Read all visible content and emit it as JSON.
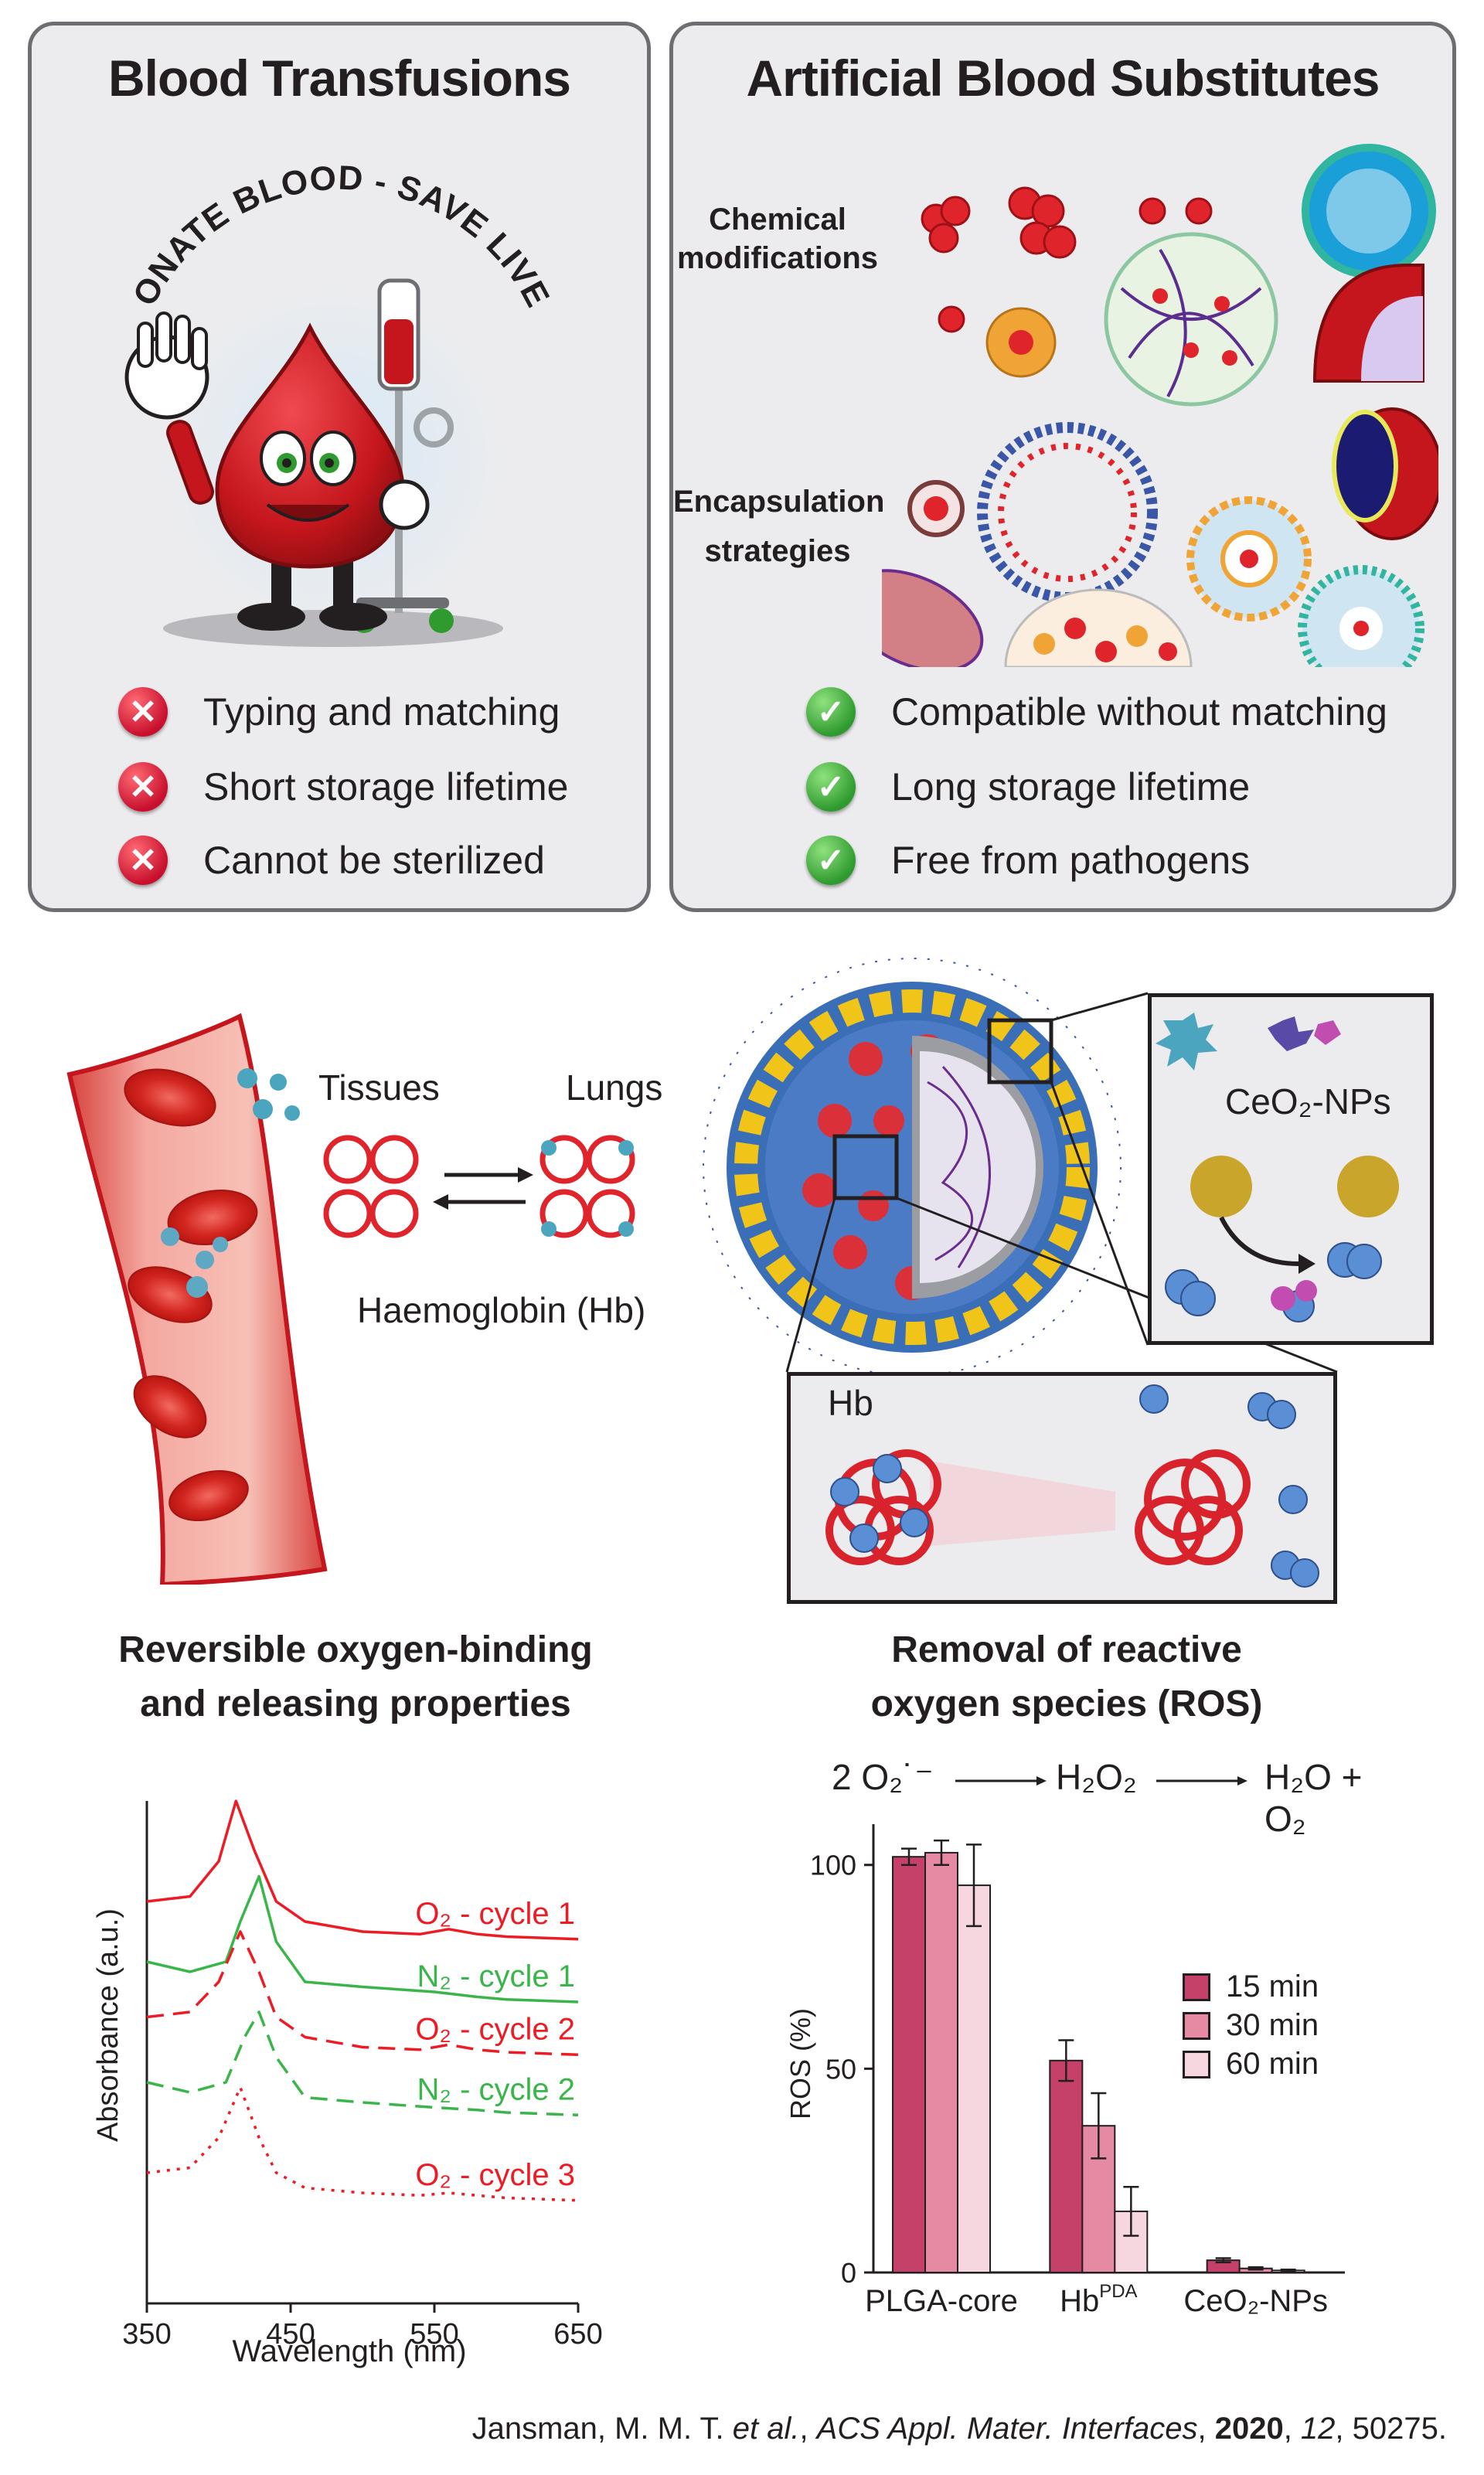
{
  "left_panel": {
    "title": "Blood Transfusions",
    "slogan": "DONATE BLOOD - SAVE LIVES",
    "cons": [
      "Typing and matching",
      "Short storage lifetime",
      "Cannot be sterilized"
    ],
    "badge_symbol": "✕"
  },
  "right_panel": {
    "title": "Artificial Blood Substitutes",
    "row1_label": [
      "Chemical",
      "modifications"
    ],
    "row2_label": [
      "Encapsulation",
      "strategies"
    ],
    "pros": [
      "Compatible without matching",
      "Long storage lifetime",
      "Free from pathogens"
    ],
    "badge_symbol": "✓"
  },
  "mechanism": {
    "tissues": "Tissues",
    "lungs": "Lungs",
    "hb_label": "Haemoglobin (Hb)",
    "ceo2_label": "CeO₂-NPs",
    "hb_box_label": "Hb"
  },
  "left_chart_title": [
    "Reversible oxygen-binding",
    "and releasing properties"
  ],
  "right_chart_title": [
    "Removal of reactive",
    "oxygen species (ROS)"
  ],
  "reaction": {
    "reactant": "2 O₂˙⁻",
    "intermediate": "H₂O₂",
    "products": "H₂O + O₂"
  },
  "colors": {
    "red": "#ed1c24",
    "green": "#39b54a",
    "bar_15": "#c5416a",
    "bar_30": "#e58aa2",
    "bar_60": "#f7d7df",
    "panel_bg": "#ececee"
  },
  "chart_data": [
    {
      "type": "line",
      "ylabel": "Absorbance (a.u.)",
      "xlabel": "Wavelength (nm)",
      "xlim": [
        350,
        650
      ],
      "xticks": [
        "350",
        "450",
        "550",
        "650"
      ],
      "y_ticks_shown": false,
      "series": [
        {
          "name": "O₂ - cycle 1",
          "style": "solid",
          "color": "red",
          "x": [
            350,
            380,
            400,
            412,
            425,
            440,
            460,
            500,
            540,
            560,
            580,
            600,
            650
          ],
          "y": [
            0.8,
            0.81,
            0.88,
            1.0,
            0.9,
            0.8,
            0.76,
            0.74,
            0.735,
            0.745,
            0.735,
            0.73,
            0.725
          ]
        },
        {
          "name": "N₂ - cycle 1",
          "style": "solid",
          "color": "green",
          "x": [
            350,
            380,
            405,
            415,
            428,
            440,
            460,
            500,
            550,
            580,
            600,
            650
          ],
          "y": [
            0.68,
            0.66,
            0.68,
            0.76,
            0.85,
            0.72,
            0.64,
            0.63,
            0.62,
            0.61,
            0.605,
            0.6
          ]
        },
        {
          "name": "O₂ - cycle 2",
          "style": "dashed",
          "color": "red",
          "x": [
            350,
            380,
            400,
            415,
            428,
            440,
            460,
            500,
            540,
            560,
            580,
            600,
            650
          ],
          "y": [
            0.57,
            0.58,
            0.64,
            0.74,
            0.66,
            0.57,
            0.53,
            0.51,
            0.505,
            0.515,
            0.505,
            0.5,
            0.495
          ]
        },
        {
          "name": "N₂ - cycle 2",
          "style": "dashed",
          "color": "green",
          "x": [
            350,
            380,
            405,
            418,
            428,
            440,
            460,
            500,
            550,
            580,
            600,
            650
          ],
          "y": [
            0.44,
            0.42,
            0.44,
            0.53,
            0.58,
            0.49,
            0.41,
            0.4,
            0.39,
            0.385,
            0.38,
            0.375
          ]
        },
        {
          "name": "O₂ - cycle 3",
          "style": "dotted",
          "color": "red",
          "x": [
            350,
            380,
            400,
            415,
            428,
            440,
            460,
            500,
            540,
            560,
            580,
            600,
            650
          ],
          "y": [
            0.26,
            0.27,
            0.33,
            0.43,
            0.33,
            0.26,
            0.23,
            0.22,
            0.215,
            0.22,
            0.215,
            0.21,
            0.205
          ]
        }
      ]
    },
    {
      "type": "bar",
      "ylabel": "ROS (%)",
      "ylim": [
        0,
        110
      ],
      "yticks": [
        "0",
        "50",
        "100"
      ],
      "categories": [
        "PLGA-core",
        "Hb",
        "CeO₂-NPs"
      ],
      "category_superscript": [
        "",
        "PDA",
        ""
      ],
      "series": [
        {
          "name": "15 min",
          "values": [
            102,
            52,
            3
          ],
          "errors": [
            2,
            5,
            0.5
          ]
        },
        {
          "name": "30 min",
          "values": [
            103,
            36,
            1
          ],
          "errors": [
            3,
            8,
            0.3
          ]
        },
        {
          "name": "60 min",
          "values": [
            95,
            15,
            0.5
          ],
          "errors": [
            10,
            6,
            0.2
          ]
        }
      ],
      "legend_position": "right"
    }
  ],
  "citation": {
    "authors": "Jansman, M. M. T. ",
    "etal": "et al.",
    "sep1": ", ",
    "journal": "ACS Appl. Mater. Interfaces",
    "sep2": ", ",
    "year": "2020",
    "sep3": ", ",
    "volume": "12",
    "pages": ", 50275."
  }
}
